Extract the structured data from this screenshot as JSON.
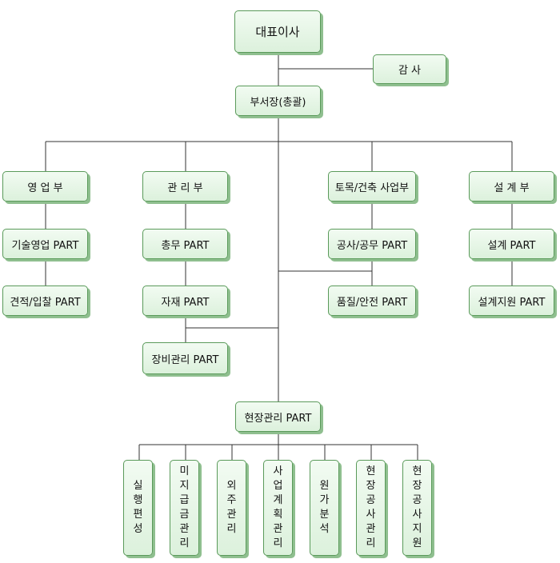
{
  "ceo": "대표이사",
  "audit": "감 사",
  "director": "부서장(총괄)",
  "departments": {
    "sales": {
      "head": "영 업 부",
      "parts": [
        "기술영업 PART",
        "견적/입찰 PART"
      ]
    },
    "admin": {
      "head": "관 리 부",
      "parts": [
        "총무 PART",
        "자재 PART",
        "장비관리 PART"
      ]
    },
    "civil": {
      "head": "토목/건축 사업부",
      "parts": [
        "공사/공무 PART",
        "품질/안전 PART"
      ]
    },
    "design": {
      "head": "설 계 부",
      "parts": [
        "설계 PART",
        "설계지원 PART"
      ]
    }
  },
  "site": {
    "head": "현장관리 PART",
    "units": [
      "실행편성",
      "미지급금관리",
      "외주관리",
      "사업계획관리",
      "원가분석",
      "현장공사관리",
      "현장공사지원"
    ]
  },
  "colors": {
    "line": "#333333",
    "box_border": "#5a9a5a",
    "box_fill": "#dcf1dc",
    "shadow": "#8fbf8f"
  }
}
